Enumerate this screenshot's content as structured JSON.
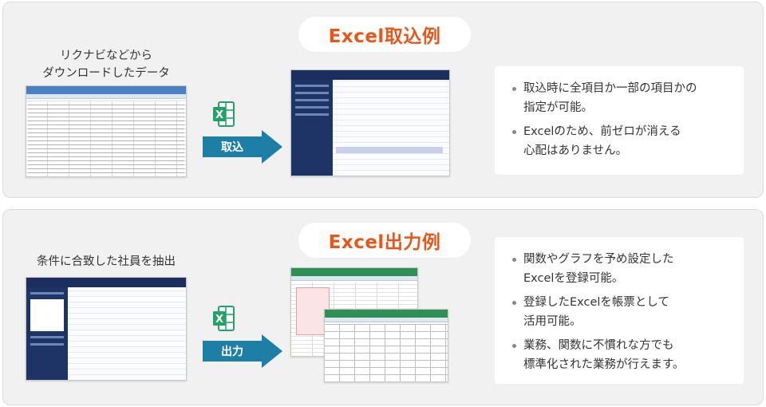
{
  "import_section": {
    "title": "Excel取込例",
    "caption_line1": "リクナビなどから",
    "caption_line2": "ダウンロードしたデータ",
    "arrow_label": "取込",
    "notes": [
      {
        "line1": "取込時に全項目か一部の項目かの",
        "line2": "指定が可能。"
      },
      {
        "line1": "Excelのため、前ゼロが消える",
        "line2": "心配はありません。"
      }
    ]
  },
  "export_section": {
    "title": "Excel出力例",
    "caption": "条件に合致した社員を抽出",
    "arrow_label": "出力",
    "notes": [
      {
        "line1": "関数やグラフを予め設定した",
        "line2": "Excelを登録可能。"
      },
      {
        "line1": "登録したExcelを帳票として",
        "line2": "活用可能。"
      },
      {
        "line1": "業務、関数に不慣れな方でも",
        "line2": "標準化された業務が行えます。"
      }
    ]
  },
  "colors": {
    "accent_orange": "#e8561a",
    "arrow_blue": "#1e7fa6",
    "excel_green": "#21a366",
    "app_navy": "#1b2e5e"
  },
  "icons": {
    "excel": "excel-icon",
    "arrow": "right-arrow-icon"
  }
}
